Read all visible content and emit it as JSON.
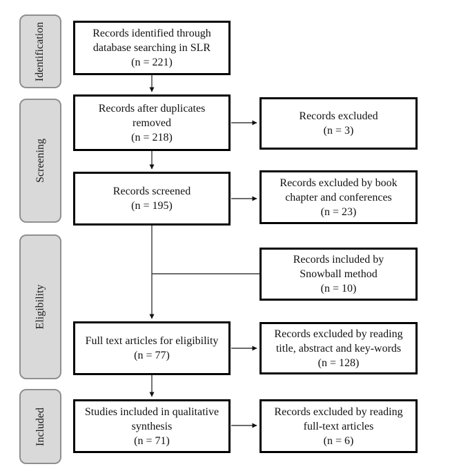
{
  "stages": [
    {
      "id": "identification",
      "label": "Identification"
    },
    {
      "id": "screening",
      "label": "Screening"
    },
    {
      "id": "eligibility",
      "label": "Eligibility"
    },
    {
      "id": "included",
      "label": "Included"
    }
  ],
  "main_flow": [
    {
      "id": "records-identified",
      "text": "Records identified through\ndatabase searching in SLR",
      "count": "(n = 221)"
    },
    {
      "id": "records-after-duplicates",
      "text": "Records after duplicates\nremoved",
      "count": "(n = 218)"
    },
    {
      "id": "records-screened",
      "text": "Records screened",
      "count": "(n = 195)"
    },
    {
      "id": "full-text-articles",
      "text": "Full text articles for eligibility",
      "count": "(n = 77)"
    },
    {
      "id": "studies-included",
      "text": "Studies included in qualitative\nsynthesis",
      "count": "(n = 71)"
    }
  ],
  "side_boxes": [
    {
      "id": "records-excluded",
      "text": "Records excluded",
      "count": "(n = 3)"
    },
    {
      "id": "records-excluded-book-chapter",
      "text": "Records excluded by book\nchapter and conferences",
      "count": "(n = 23)"
    },
    {
      "id": "records-included-snowball",
      "text": "Records included by\nSnowball method",
      "count": "(n = 10)"
    },
    {
      "id": "records-excluded-title-abstract",
      "text": "Records excluded by reading\ntitle, abstract and key-words",
      "count": "(n = 128)"
    },
    {
      "id": "records-excluded-full-text",
      "text": "Records excluded by reading\nfull-text articles",
      "count": "(n = 6)"
    }
  ],
  "colors": {
    "background": "#ffffff",
    "box_border": "#000000",
    "stage_fill": "#d9d9d9",
    "stage_border": "#8f8f8f",
    "connector_line": "#3a3a3a",
    "arrowhead": "#111111",
    "text": "#111111"
  }
}
